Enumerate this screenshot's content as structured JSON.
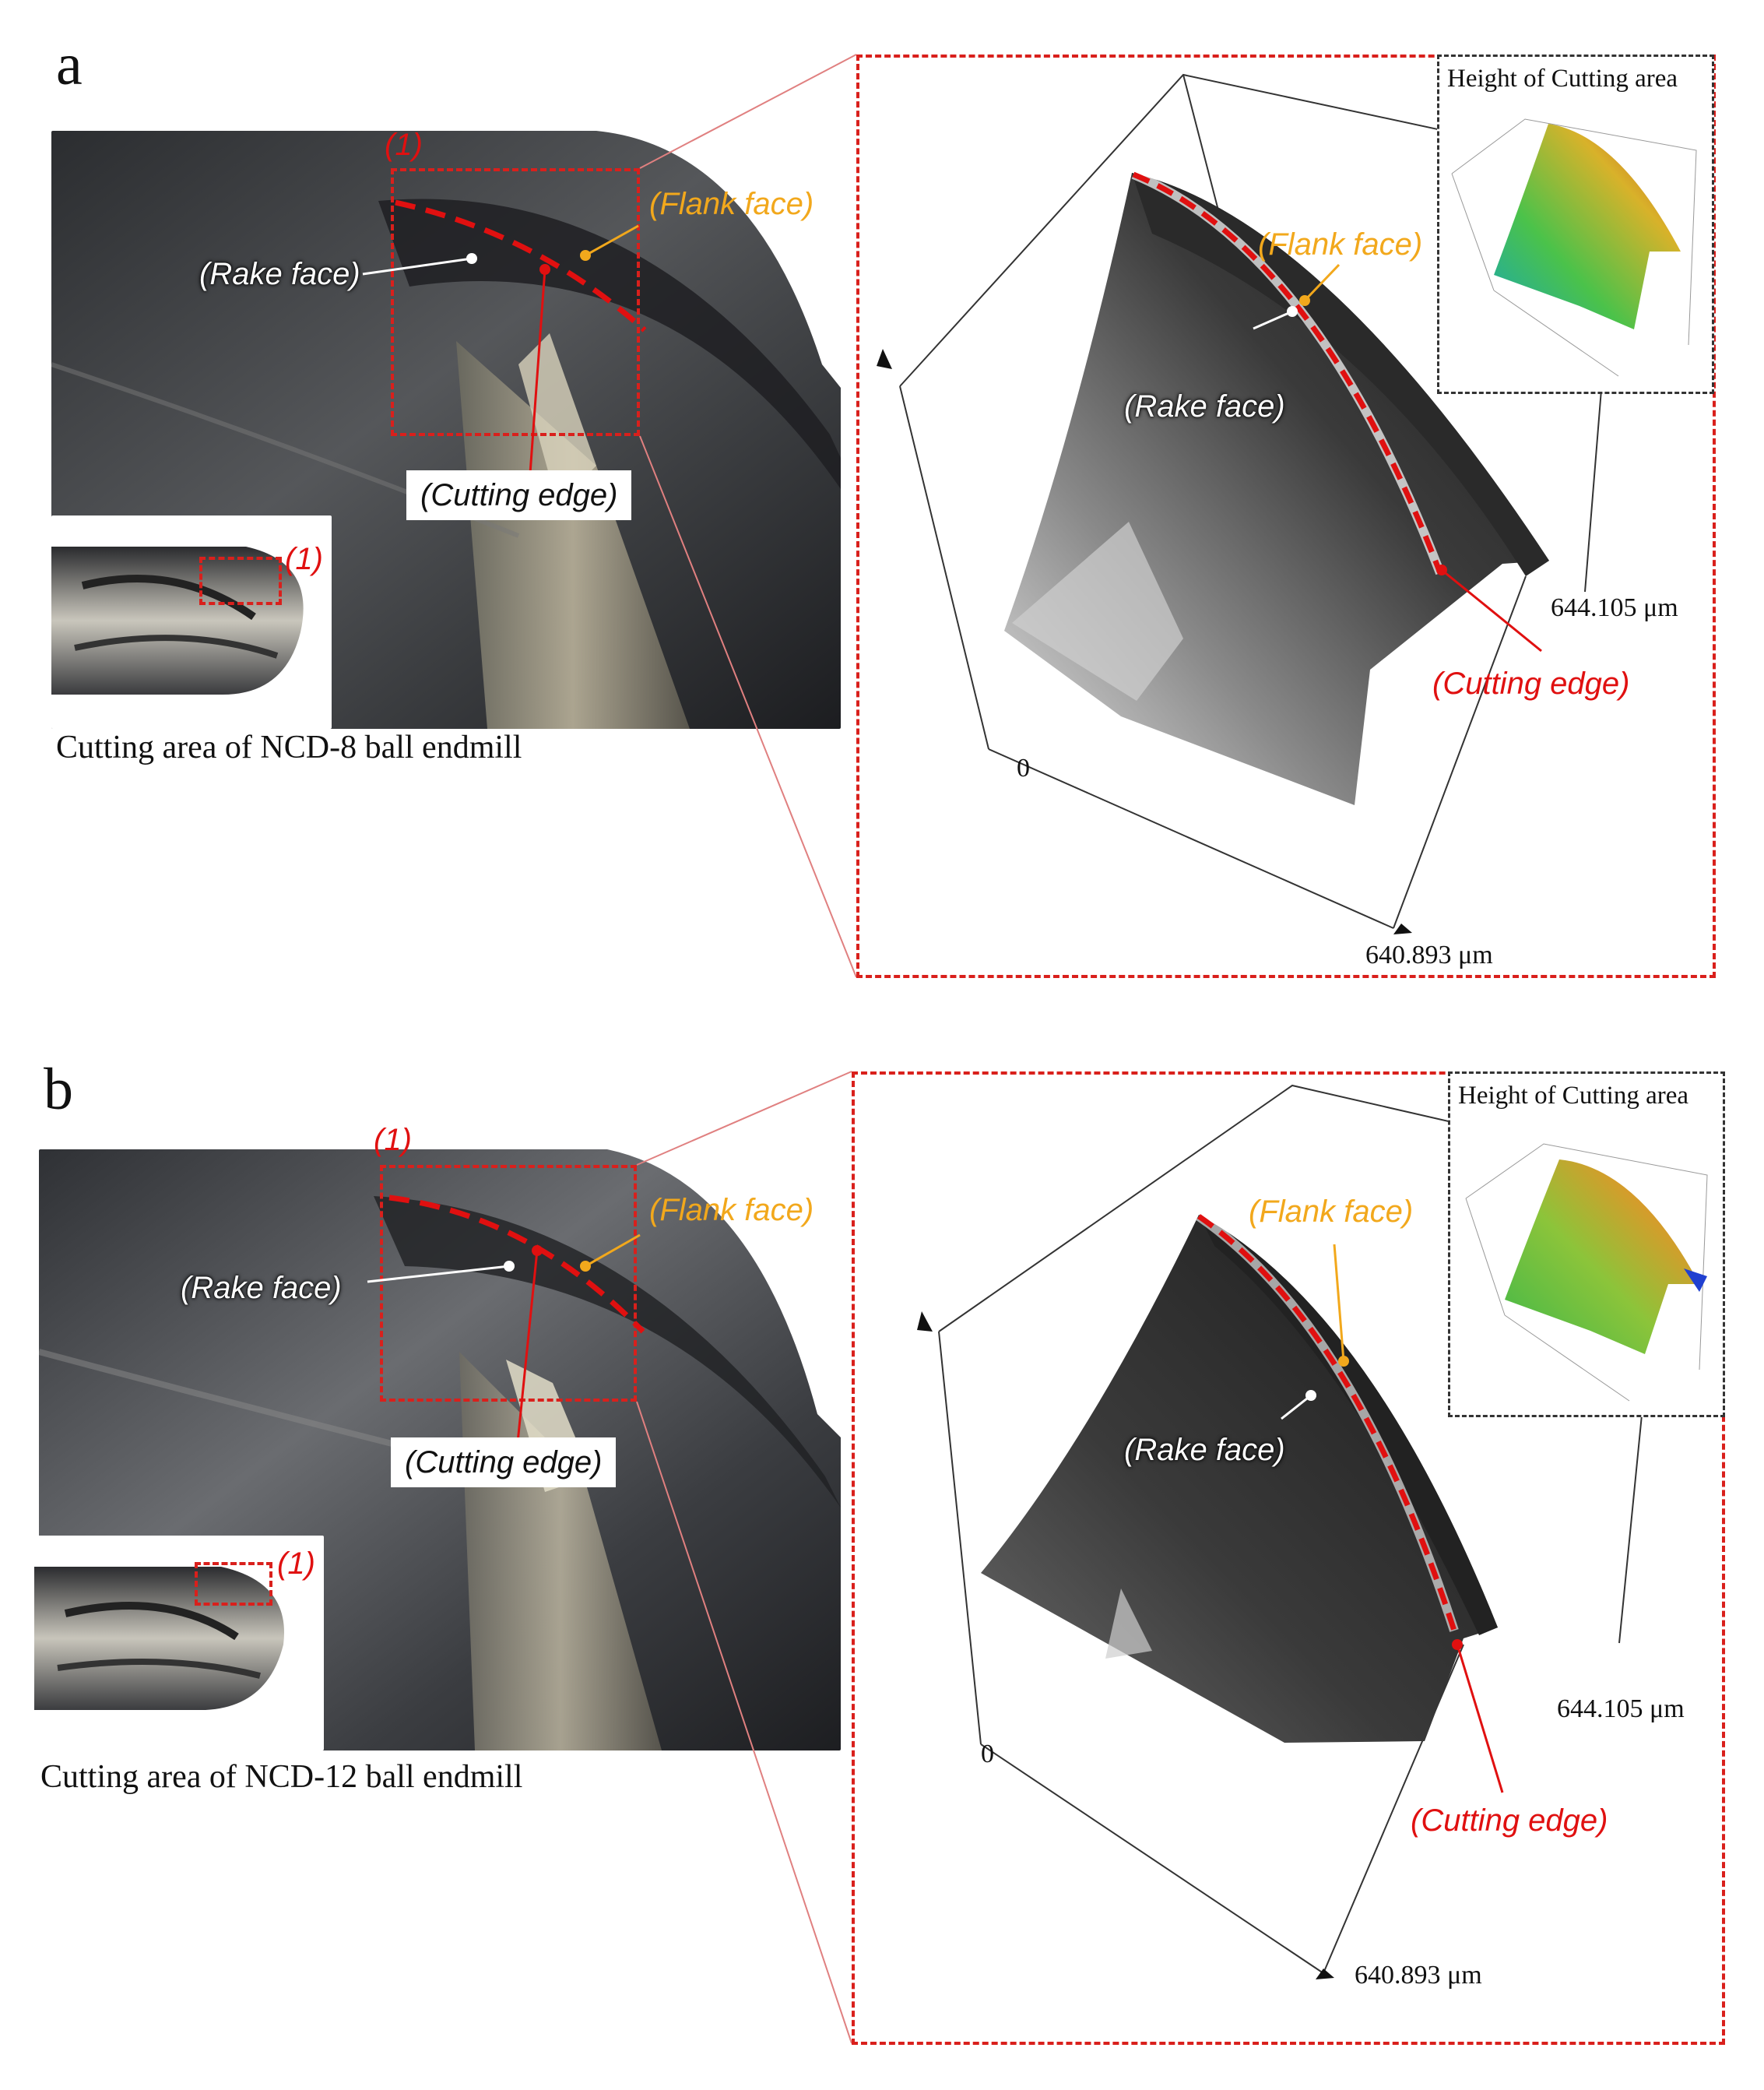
{
  "panels": [
    {
      "letter": "a",
      "caption": "Cutting area of NCD-8 ball endmill",
      "region_mark": "(1)",
      "photo_labels": {
        "rake": "(Rake face)",
        "flank": "(Flank face)",
        "edge": "(Cutting edge)"
      },
      "surface_labels": {
        "rake": "(Rake face)",
        "flank": "(Flank face)",
        "edge": "(Cutting edge)"
      },
      "axis": {
        "origin": "0",
        "z_extent": "644.105 μm",
        "x_extent": "640.893 μm"
      },
      "inset_title": "Height of Cutting area"
    },
    {
      "letter": "b",
      "caption": "Cutting area of NCD-12 ball endmill",
      "region_mark": "(1)",
      "photo_labels": {
        "rake": "(Rake face)",
        "flank": "(Flank face)",
        "edge": "(Cutting edge)"
      },
      "surface_labels": {
        "rake": "(Rake face)",
        "flank": "(Flank face)",
        "edge": "(Cutting edge)"
      },
      "axis": {
        "origin": "0",
        "z_extent": "644.105 μm",
        "x_extent": "640.893 μm"
      },
      "inset_title": "Height of Cutting area"
    }
  ],
  "colors": {
    "highlight_red": "#d9201c",
    "flank_gold": "#f2a81c"
  }
}
